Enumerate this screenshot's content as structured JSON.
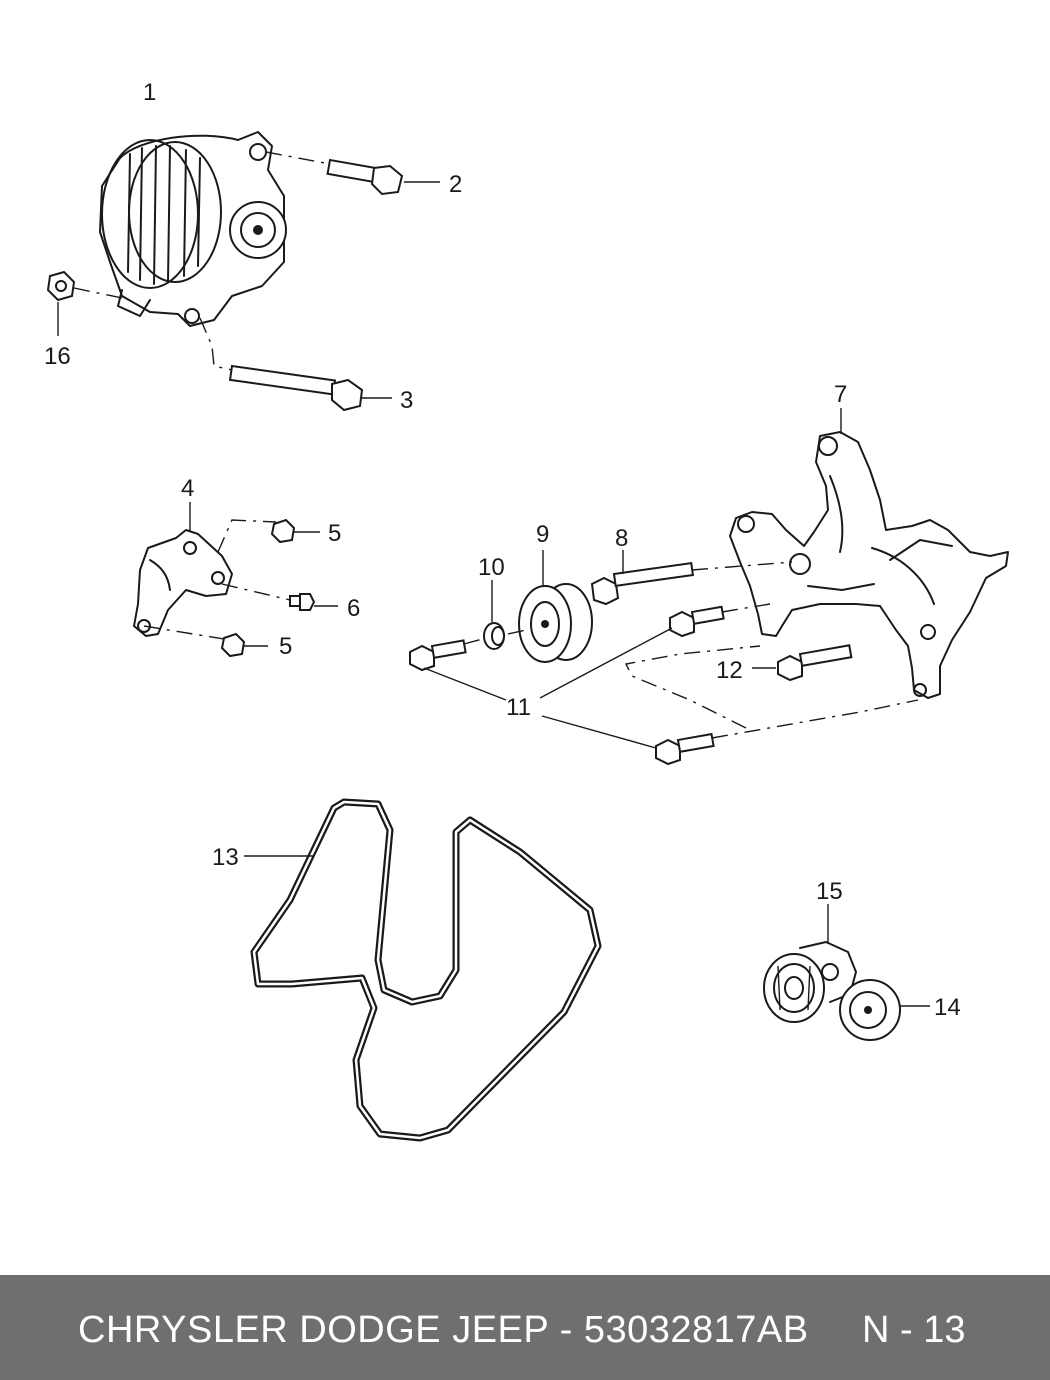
{
  "diagram": {
    "callouts": {
      "c1": "1",
      "c2": "2",
      "c3": "3",
      "c4": "4",
      "c5a": "5",
      "c5b": "5",
      "c6": "6",
      "c7": "7",
      "c8": "8",
      "c9": "9",
      "c10": "10",
      "c11": "11",
      "c12": "12",
      "c13": "13",
      "c14": "14",
      "c15": "15",
      "c16": "16"
    }
  },
  "footer": {
    "caption": "CHRYSLER DODGE JEEP - 53032817AB",
    "page": "N - 13",
    "background": "#6f6f6f",
    "text_color": "#ffffff"
  }
}
